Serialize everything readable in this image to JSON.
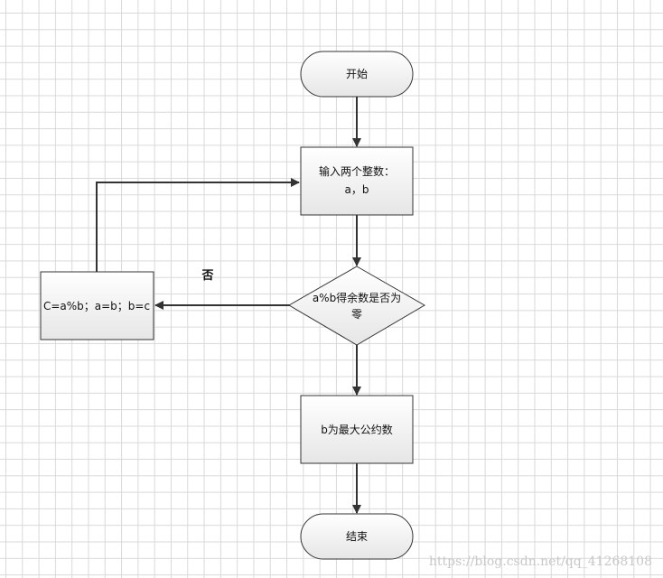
{
  "nodes": {
    "start": "开始",
    "input_line1": "输入两个整数：",
    "input_line2": "a，b",
    "decision_line1": "a%b得余数是否为",
    "decision_line2": "零",
    "update": "C=a%b；a=b；b=c",
    "result": "b为最大公约数",
    "end": "结束"
  },
  "edge_labels": {
    "no": "否"
  },
  "watermark": "https://blog.csdn.net/qq_41268108"
}
